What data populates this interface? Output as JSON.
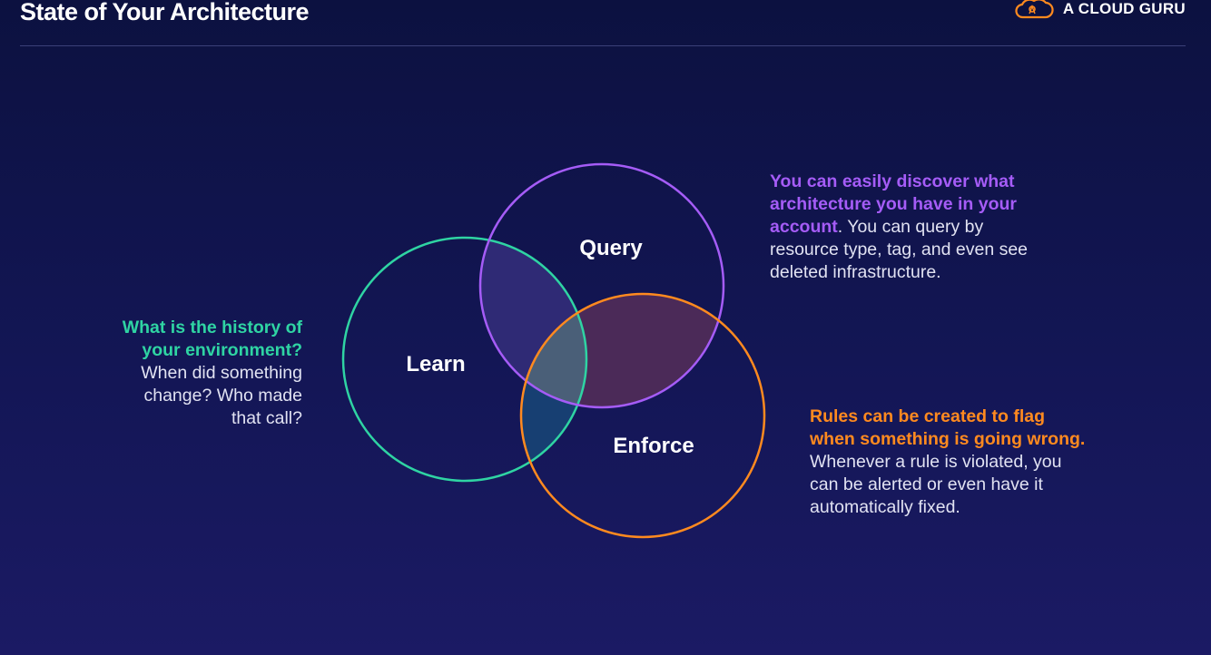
{
  "header": {
    "title": "State of Your Architecture",
    "brand_name": "A CLOUD GURU",
    "brand_logo_icon": "cloud-logo-icon",
    "brand_color": "#ff8a1f"
  },
  "diagram": {
    "type": "venn",
    "circles": {
      "learn": {
        "label": "Learn",
        "color": "#2fd4a3"
      },
      "query": {
        "label": "Query",
        "color": "#a55cf7"
      },
      "enforce": {
        "label": "Enforce",
        "color": "#ff8a1f"
      }
    },
    "overlap_colors": {
      "learn_query": "#2f2a75",
      "query_enforce": "#4b2a58",
      "learn_enforce": "#173f72",
      "center": "#4a5f78"
    }
  },
  "callouts": {
    "learn": {
      "lead_line_1": "What is the history of",
      "lead_line_2": "your environment?",
      "body_line_1": "When did something",
      "body_line_2": "change? Who made",
      "body_line_3": "that call?"
    },
    "query": {
      "lead_line_1": "You can easily discover what",
      "lead_line_2": "architecture you have in your",
      "lead_line_3": "account",
      "body_line_3_rest": ". You can query by",
      "body_line_4": "resource type, tag, and even see",
      "body_line_5": "deleted infrastructure."
    },
    "enforce": {
      "lead_line_1": "Rules can be created to flag",
      "lead_line_2": "when something is going wrong.",
      "body_line_1": "Whenever a rule is violated, you",
      "body_line_2": "can be alerted or even have it",
      "body_line_3": "automatically fixed."
    }
  }
}
